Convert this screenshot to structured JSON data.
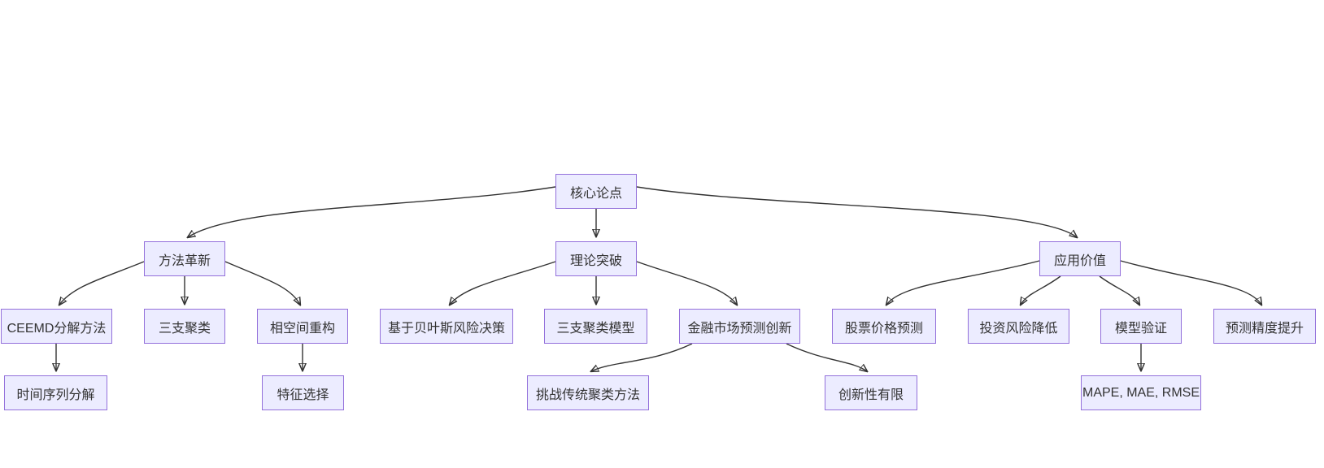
{
  "diagram": {
    "type": "flowchart-top-down",
    "colors": {
      "background": "#ffffff",
      "node_fill": "#ECECFF",
      "node_border": "#9370DB",
      "edge": "#333333",
      "text": "#333333"
    },
    "nodes": {
      "core": {
        "label": "核心论点"
      },
      "method": {
        "label": "方法革新"
      },
      "theory": {
        "label": "理论突破"
      },
      "application": {
        "label": "应用价值"
      },
      "ceemd": {
        "label": "CEEMD分解方法"
      },
      "threeway": {
        "label": "三支聚类"
      },
      "phase": {
        "label": "相空间重构"
      },
      "bayes": {
        "label": "基于贝叶斯风险决策"
      },
      "twcmodel": {
        "label": "三支聚类模型"
      },
      "finance": {
        "label": "金融市场预测创新"
      },
      "stock": {
        "label": "股票价格预测"
      },
      "invest": {
        "label": "投资风险降低"
      },
      "validation": {
        "label": "模型验证"
      },
      "accuracy": {
        "label": "预测精度提升"
      },
      "decompose": {
        "label": "时间序列分解"
      },
      "feature": {
        "label": "特征选择"
      },
      "challenge": {
        "label": "挑战传统聚类方法"
      },
      "limited": {
        "label": "创新性有限"
      },
      "metrics": {
        "label": "MAPE, MAE, RMSE"
      }
    },
    "edges": [
      {
        "from": "core",
        "to": "method"
      },
      {
        "from": "core",
        "to": "theory"
      },
      {
        "from": "core",
        "to": "application"
      },
      {
        "from": "method",
        "to": "ceemd"
      },
      {
        "from": "method",
        "to": "threeway"
      },
      {
        "from": "method",
        "to": "phase"
      },
      {
        "from": "theory",
        "to": "bayes"
      },
      {
        "from": "theory",
        "to": "twcmodel"
      },
      {
        "from": "theory",
        "to": "finance"
      },
      {
        "from": "finance",
        "to": "challenge"
      },
      {
        "from": "finance",
        "to": "limited"
      },
      {
        "from": "application",
        "to": "stock"
      },
      {
        "from": "application",
        "to": "invest"
      },
      {
        "from": "application",
        "to": "validation"
      },
      {
        "from": "application",
        "to": "accuracy"
      },
      {
        "from": "ceemd",
        "to": "decompose"
      },
      {
        "from": "phase",
        "to": "feature"
      },
      {
        "from": "validation",
        "to": "metrics"
      }
    ]
  }
}
